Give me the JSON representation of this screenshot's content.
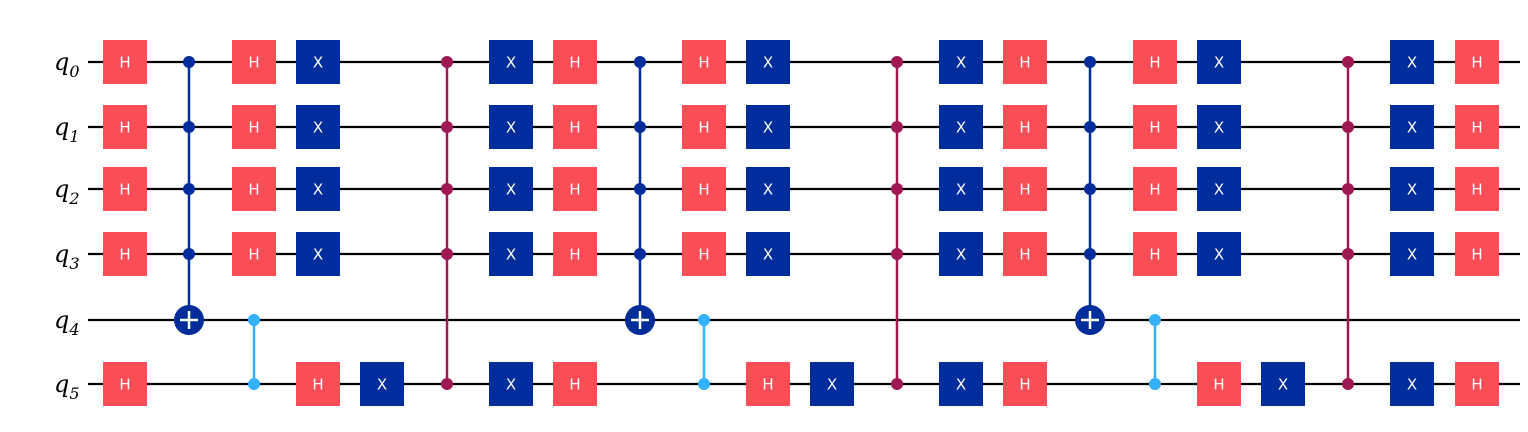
{
  "circuit": {
    "qubits": [
      {
        "name": "q",
        "index": "0"
      },
      {
        "name": "q",
        "index": "1"
      },
      {
        "name": "q",
        "index": "2"
      },
      {
        "name": "q",
        "index": "3"
      },
      {
        "name": "q",
        "index": "4"
      },
      {
        "name": "q",
        "index": "5"
      }
    ],
    "colors": {
      "wire": "#000000",
      "h_gate": "#fa4d56",
      "x_gate": "#002d9c",
      "cnot": "#002d9c",
      "cz_light": "#33b1ff",
      "mcz": "#9f1853",
      "gate_text": "#ffffff"
    },
    "labels": {
      "h": "H",
      "x": "X"
    },
    "columns": [
      {
        "kind": "single",
        "gates": [
          {
            "type": "h",
            "qubit": 0
          },
          {
            "type": "h",
            "qubit": 1
          },
          {
            "type": "h",
            "qubit": 2
          },
          {
            "type": "h",
            "qubit": 3
          },
          {
            "type": "h",
            "qubit": 5
          }
        ]
      },
      {
        "kind": "mcx",
        "controls": [
          0,
          1,
          2,
          3
        ],
        "target": 4
      },
      {
        "kind": "multi",
        "items": [
          {
            "kind": "cz",
            "qubits": [
              4,
              5
            ],
            "style": "cz_light"
          },
          {
            "kind": "single",
            "gates": [
              {
                "type": "h",
                "qubit": 0
              },
              {
                "type": "h",
                "qubit": 1
              },
              {
                "type": "h",
                "qubit": 2
              },
              {
                "type": "h",
                "qubit": 3
              }
            ]
          }
        ]
      },
      {
        "kind": "single",
        "gates": [
          {
            "type": "x",
            "qubit": 0
          },
          {
            "type": "x",
            "qubit": 1
          },
          {
            "type": "x",
            "qubit": 2
          },
          {
            "type": "x",
            "qubit": 3
          },
          {
            "type": "h",
            "qubit": 5
          }
        ]
      },
      {
        "kind": "single",
        "gates": [
          {
            "type": "x",
            "qubit": 5
          }
        ]
      },
      {
        "kind": "cz",
        "qubits": [
          0,
          1,
          2,
          3,
          5
        ],
        "style": "mcz"
      },
      {
        "kind": "single",
        "gates": [
          {
            "type": "x",
            "qubit": 0
          },
          {
            "type": "x",
            "qubit": 1
          },
          {
            "type": "x",
            "qubit": 2
          },
          {
            "type": "x",
            "qubit": 3
          },
          {
            "type": "x",
            "qubit": 5
          }
        ]
      },
      {
        "kind": "single",
        "gates": [
          {
            "type": "h",
            "qubit": 0
          },
          {
            "type": "h",
            "qubit": 1
          },
          {
            "type": "h",
            "qubit": 2
          },
          {
            "type": "h",
            "qubit": 3
          },
          {
            "type": "h",
            "qubit": 5
          }
        ]
      },
      {
        "kind": "mcx",
        "controls": [
          0,
          1,
          2,
          3
        ],
        "target": 4
      },
      {
        "kind": "multi",
        "items": [
          {
            "kind": "cz",
            "qubits": [
              4,
              5
            ],
            "style": "cz_light"
          },
          {
            "kind": "single",
            "gates": [
              {
                "type": "h",
                "qubit": 0
              },
              {
                "type": "h",
                "qubit": 1
              },
              {
                "type": "h",
                "qubit": 2
              },
              {
                "type": "h",
                "qubit": 3
              }
            ]
          }
        ]
      },
      {
        "kind": "single",
        "gates": [
          {
            "type": "x",
            "qubit": 0
          },
          {
            "type": "x",
            "qubit": 1
          },
          {
            "type": "x",
            "qubit": 2
          },
          {
            "type": "x",
            "qubit": 3
          },
          {
            "type": "h",
            "qubit": 5
          }
        ]
      },
      {
        "kind": "single",
        "gates": [
          {
            "type": "x",
            "qubit": 5
          }
        ]
      },
      {
        "kind": "cz",
        "qubits": [
          0,
          1,
          2,
          3,
          5
        ],
        "style": "mcz"
      },
      {
        "kind": "single",
        "gates": [
          {
            "type": "x",
            "qubit": 0
          },
          {
            "type": "x",
            "qubit": 1
          },
          {
            "type": "x",
            "qubit": 2
          },
          {
            "type": "x",
            "qubit": 3
          },
          {
            "type": "x",
            "qubit": 5
          }
        ]
      },
      {
        "kind": "single",
        "gates": [
          {
            "type": "h",
            "qubit": 0
          },
          {
            "type": "h",
            "qubit": 1
          },
          {
            "type": "h",
            "qubit": 2
          },
          {
            "type": "h",
            "qubit": 3
          },
          {
            "type": "h",
            "qubit": 5
          }
        ]
      },
      {
        "kind": "mcx",
        "controls": [
          0,
          1,
          2,
          3
        ],
        "target": 4
      },
      {
        "kind": "multi",
        "items": [
          {
            "kind": "cz",
            "qubits": [
              4,
              5
            ],
            "style": "cz_light"
          },
          {
            "kind": "single",
            "gates": [
              {
                "type": "h",
                "qubit": 0
              },
              {
                "type": "h",
                "qubit": 1
              },
              {
                "type": "h",
                "qubit": 2
              },
              {
                "type": "h",
                "qubit": 3
              }
            ]
          }
        ]
      },
      {
        "kind": "single",
        "gates": [
          {
            "type": "x",
            "qubit": 0
          },
          {
            "type": "x",
            "qubit": 1
          },
          {
            "type": "x",
            "qubit": 2
          },
          {
            "type": "x",
            "qubit": 3
          },
          {
            "type": "h",
            "qubit": 5
          }
        ]
      },
      {
        "kind": "single",
        "gates": [
          {
            "type": "x",
            "qubit": 5
          }
        ]
      },
      {
        "kind": "cz",
        "qubits": [
          0,
          1,
          2,
          3,
          5
        ],
        "style": "mcz"
      },
      {
        "kind": "single",
        "gates": [
          {
            "type": "x",
            "qubit": 0
          },
          {
            "type": "x",
            "qubit": 1
          },
          {
            "type": "x",
            "qubit": 2
          },
          {
            "type": "x",
            "qubit": 3
          },
          {
            "type": "x",
            "qubit": 5
          }
        ]
      },
      {
        "kind": "single",
        "gates": [
          {
            "type": "h",
            "qubit": 0
          },
          {
            "type": "h",
            "qubit": 1
          },
          {
            "type": "h",
            "qubit": 2
          },
          {
            "type": "h",
            "qubit": 3
          },
          {
            "type": "h",
            "qubit": 5
          }
        ]
      }
    ]
  }
}
